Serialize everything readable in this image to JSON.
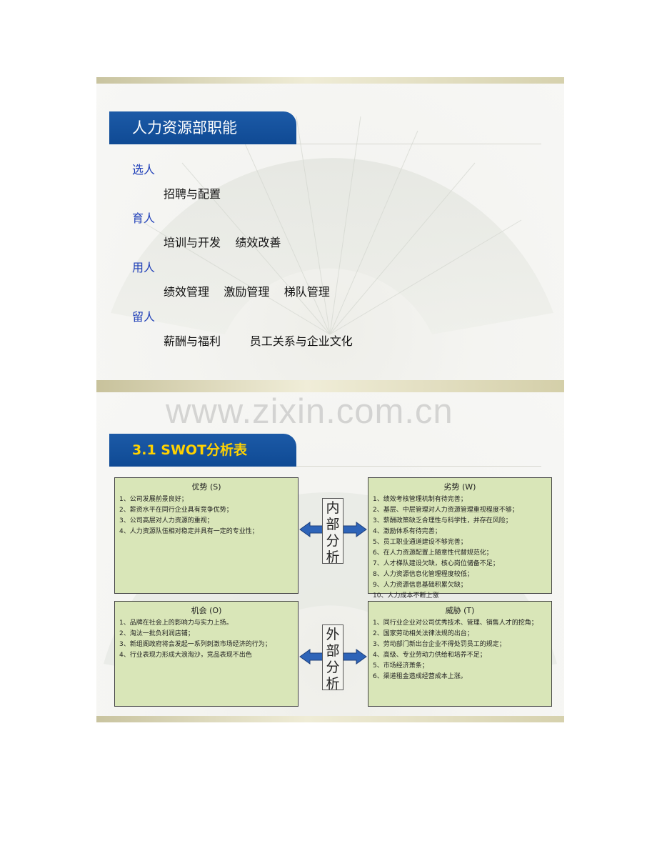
{
  "slide1": {
    "title": "人力资源部职能",
    "sections": [
      {
        "category": "选人",
        "items": "招聘与配置"
      },
      {
        "category": "育人",
        "items": "培训与开发    绩效改善"
      },
      {
        "category": "用人",
        "items": "绩效管理    激励管理    梯队管理"
      },
      {
        "category": "留人",
        "items": "薪酬与福利        员工关系与企业文化"
      }
    ]
  },
  "slide2": {
    "title": "3.1  SWOT分析表",
    "strengths": {
      "header": "优势 (S)",
      "items": [
        "1、公司发展前景良好；",
        "2、薪资水平在同行企业具有竞争优势；",
        "3、公司高层对人力资源的重视；",
        "4、人力资源队伍相对稳定并具有一定的专业性；"
      ]
    },
    "weaknesses": {
      "header": "劣势 (W)",
      "items": [
        "1、绩效考核管理机制有待完善；",
        "2、基层、中层管理对人力资源管理重视程度不够；",
        "3、薪酬政策缺乏合理性与科学性，并存在风险；",
        "4、激励体系有待完善；",
        "5、员工职业通道建设不够完善；",
        "6、在人力资源配置上随意性代替规范化；",
        "7、人才梯队建设欠缺，核心岗位储备不足；",
        "8、人力资源信息化管理程度较低；",
        "9、人力资源信息基础积累欠缺；",
        "10、人力成本不断上涨"
      ]
    },
    "opportunities": {
      "header": "机会 (O)",
      "items": [
        "1、品牌在社会上的影响力与实力上扬。",
        "2、淘汰一批负利润店铺；",
        "3、新组阁政府将会发起一系列刺激市场经济的行为；",
        "4、行业表现力形成大浪淘沙，竞品表现不出色"
      ]
    },
    "threats": {
      "header": "威胁 (T)",
      "items": [
        "1、同行业企业对公司优秀技术、管理、销售人才的挖角；",
        "2、国家劳动相关法律法规的出台；",
        "3、劳动部门新出台企业不得处罚员工的规定；",
        "4、高级、专业劳动力供给和培养不足；",
        "5、市场经济萧条；",
        "6、渠道租金造成经营成本上涨。"
      ]
    },
    "internal_label": [
      "内",
      "部",
      "分",
      "析"
    ],
    "external_label": [
      "外",
      "部",
      "分",
      "析"
    ]
  },
  "watermark": "www.zixin.com.cn",
  "colors": {
    "title_tab": "#1c5aa7",
    "category_text": "#1f3fb8",
    "swot_box": "#d9e6b8",
    "arrow": "#2e64b8"
  }
}
